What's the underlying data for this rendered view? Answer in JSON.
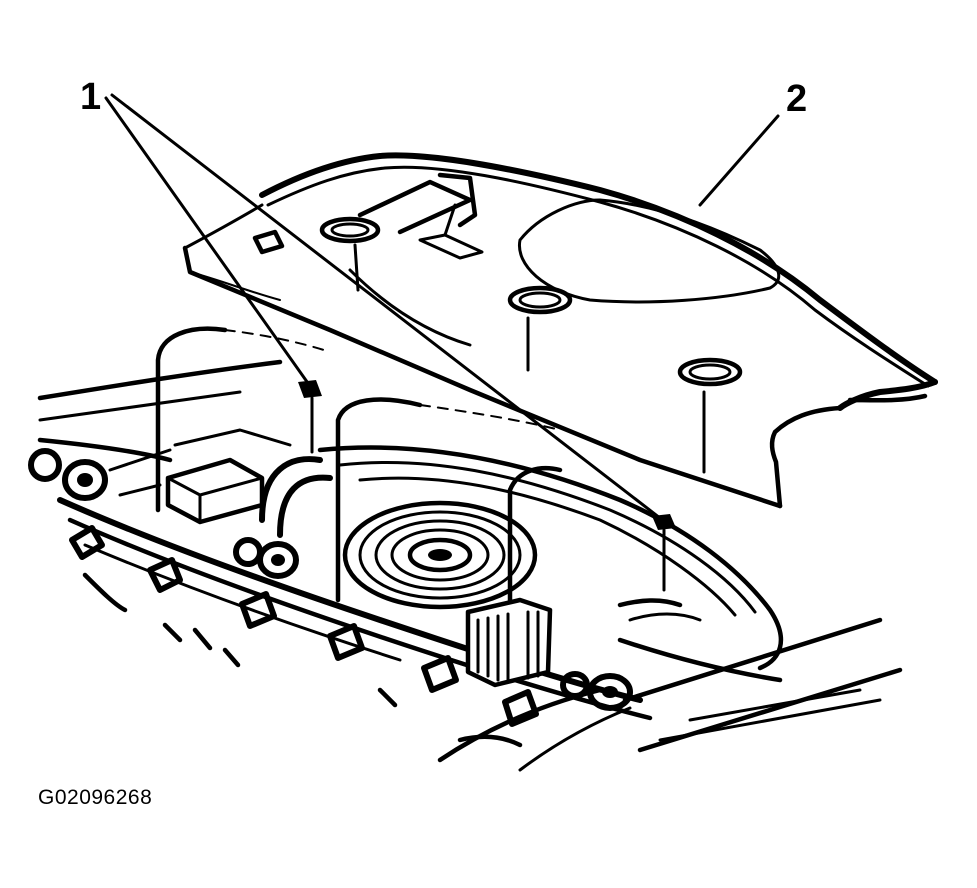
{
  "figure": {
    "callouts": {
      "fasteners": "1",
      "shelf": "2"
    },
    "figure_id": "G02096268"
  },
  "colors": {
    "ink": "#000000",
    "paper": "#ffffff"
  }
}
